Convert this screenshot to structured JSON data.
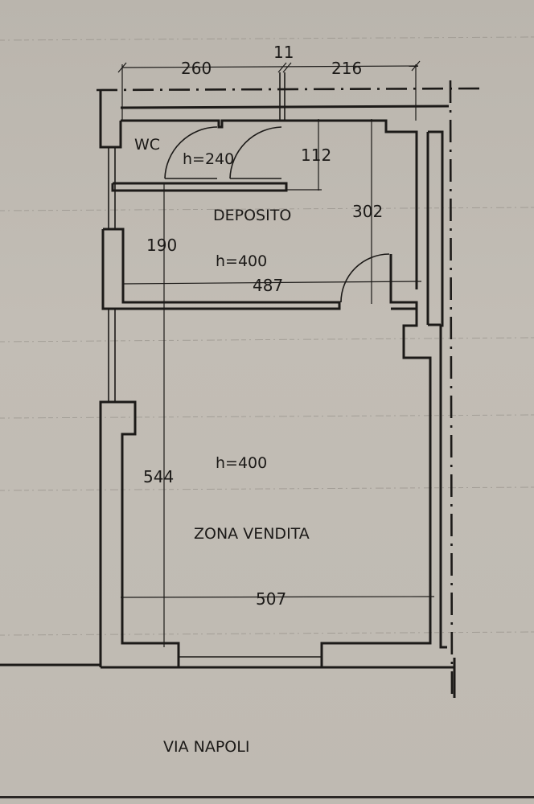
{
  "plan": {
    "street": "VIA NAPOLI",
    "rooms": [
      {
        "name": "WC",
        "height_label": "h=240"
      },
      {
        "name": "DEPOSITO",
        "height_label": "h=400"
      },
      {
        "name": "ZONA VENDITA",
        "height_label": "h=400"
      }
    ],
    "dimensions": {
      "top_left": "260",
      "top_mid": "11",
      "top_right": "216",
      "wc_depth": "112",
      "deposito_depth": "302",
      "deposito_width": "487",
      "left_upper": "190",
      "left_lower": "544",
      "vendita_width": "507"
    }
  }
}
